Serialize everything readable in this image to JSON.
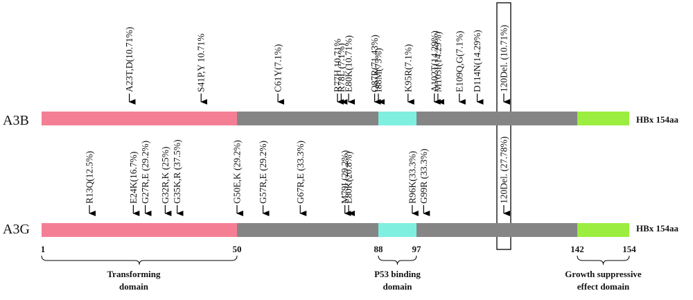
{
  "colors": {
    "transforming": "#f47f95",
    "middle": "#858585",
    "p53": "#7fefe0",
    "suppressive": "#9bee3f"
  },
  "rows": [
    {
      "label": "A3B",
      "end_label": "HBx 154aa",
      "mutations": [
        {
          "text": "A23T,D(10.71%)",
          "pos": 23
        },
        {
          "text": "S41P,Y 10.71%",
          "pos": 41
        },
        {
          "text": "C61Y(7.1%)",
          "pos": 61
        },
        {
          "text": "R77H 10.71%",
          "pos": 77
        },
        {
          "text": "R78L (7.1%)",
          "pos": 78
        },
        {
          "text": "E80K(10.71%)",
          "pos": 80
        },
        {
          "text": "Q87R(71.43%)",
          "pos": 87
        },
        {
          "text": "I88M(75%)",
          "pos": 88
        },
        {
          "text": "K95R(7.1%)",
          "pos": 95
        },
        {
          "text": "A102T(14.29%)",
          "pos": 102
        },
        {
          "text": "M103I(14.29%)",
          "pos": 103
        },
        {
          "text": "E109Q,G(7.1%)",
          "pos": 109
        },
        {
          "text": "D114N(14.29%)",
          "pos": 114
        },
        {
          "text": "120Del. (10.71%)",
          "pos": 120
        }
      ]
    },
    {
      "label": "A3G",
      "end_label": "HBx 154aa",
      "mutations": [
        {
          "text": "R13Q(12.5%)",
          "pos": 13
        },
        {
          "text": "E24K(16.7%)",
          "pos": 24
        },
        {
          "text": "G27R,E (29.2%)",
          "pos": 27
        },
        {
          "text": "G32R,K (25%)",
          "pos": 32
        },
        {
          "text": "G35K,R (37.5%)",
          "pos": 35
        },
        {
          "text": "G50E,K (29.2%)",
          "pos": 50
        },
        {
          "text": "G57R,E (29.2%)",
          "pos": 57
        },
        {
          "text": "G67R,E (33.3%)",
          "pos": 67
        },
        {
          "text": "M79I (29.2%)",
          "pos": 79
        },
        {
          "text": "E80K(20.8%)",
          "pos": 80
        },
        {
          "text": "R96K(33.3%)",
          "pos": 96
        },
        {
          "text": "G99R (33.3%)",
          "pos": 99
        },
        {
          "text": "120Del. (27.78%)",
          "pos": 120
        }
      ]
    }
  ],
  "domains": [
    {
      "start": 1,
      "end": 50,
      "name_lines": [
        "Transforming",
        "domain"
      ]
    },
    {
      "start": 88,
      "end": 97,
      "name_lines": [
        "P53 binding",
        "domain"
      ]
    },
    {
      "start": 142,
      "end": 154,
      "name_lines": [
        "Growth suppressive",
        "effect domain"
      ]
    }
  ],
  "position_labels": [
    "1",
    "50",
    "88",
    "97",
    "142",
    "154"
  ]
}
